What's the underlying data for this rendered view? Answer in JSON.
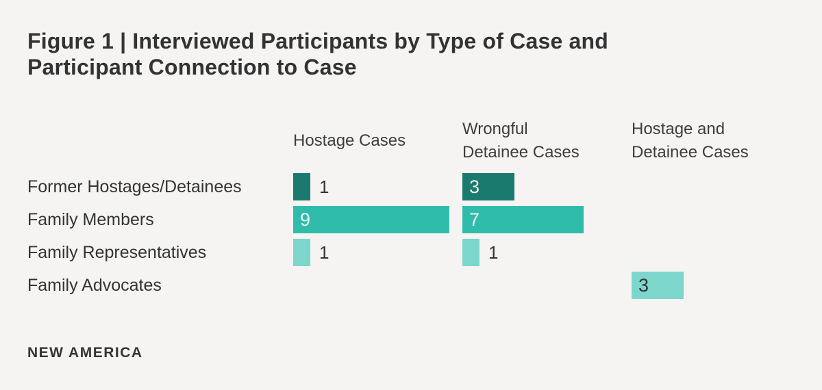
{
  "colors": {
    "background": "#f5f4f2",
    "text": "#333333",
    "header_text": "#3d3d3d",
    "bar_dark": "#1a7a6e",
    "bar_mid": "#2fbcab",
    "bar_light": "#7cd6cc",
    "value_text_on_bar": "#f2f2f2"
  },
  "title": {
    "lines": [
      "Figure 1 | Interviewed Participants by Type of Case and",
      "Participant Connection to Case"
    ]
  },
  "columns": [
    {
      "label": "Hostage Cases",
      "lines": [
        "Hostage Cases"
      ]
    },
    {
      "label": "Wrongful Detainee Cases",
      "lines": [
        "Wrongful",
        "Detainee Cases"
      ]
    },
    {
      "label": "Hostage and Detainee Cases",
      "lines": [
        "Hostage and",
        "Detainee Cases"
      ]
    }
  ],
  "rows": [
    {
      "label": "Former Hostages/Detainees",
      "shade": "dark",
      "cells": [
        {
          "col": 0,
          "value": 1,
          "label_placement": "outside"
        },
        {
          "col": 1,
          "value": 3,
          "label_placement": "inside"
        }
      ]
    },
    {
      "label": "Family Members",
      "shade": "mid",
      "cells": [
        {
          "col": 0,
          "value": 9,
          "label_placement": "inside"
        },
        {
          "col": 1,
          "value": 7,
          "label_placement": "inside"
        }
      ]
    },
    {
      "label": "Family Representatives",
      "shade": "light",
      "cells": [
        {
          "col": 0,
          "value": 1,
          "label_placement": "outside"
        },
        {
          "col": 1,
          "value": 1,
          "label_placement": "outside"
        }
      ]
    },
    {
      "label": "Family Advocates",
      "shade": "light",
      "cells": [
        {
          "col": 2,
          "value": 3,
          "label_placement": "inside"
        }
      ]
    }
  ],
  "footer": {
    "brand": "NEW AMERICA"
  },
  "chart_data": {
    "type": "bar",
    "orientation": "horizontal",
    "title": "Figure 1 | Interviewed Participants by Type of Case and Participant Connection to Case",
    "categories": [
      "Former Hostages/Detainees",
      "Family Members",
      "Family Representatives",
      "Family Advocates"
    ],
    "series": [
      {
        "name": "Hostage Cases",
        "values": [
          1,
          9,
          1,
          null
        ]
      },
      {
        "name": "Wrongful Detainee Cases",
        "values": [
          3,
          7,
          1,
          null
        ]
      },
      {
        "name": "Hostage and Detainee Cases",
        "values": [
          null,
          null,
          null,
          3
        ]
      }
    ],
    "value_labels_shown": true,
    "xlim": [
      0,
      10
    ],
    "grid": false,
    "legend": false,
    "source_brand": "NEW AMERICA"
  }
}
